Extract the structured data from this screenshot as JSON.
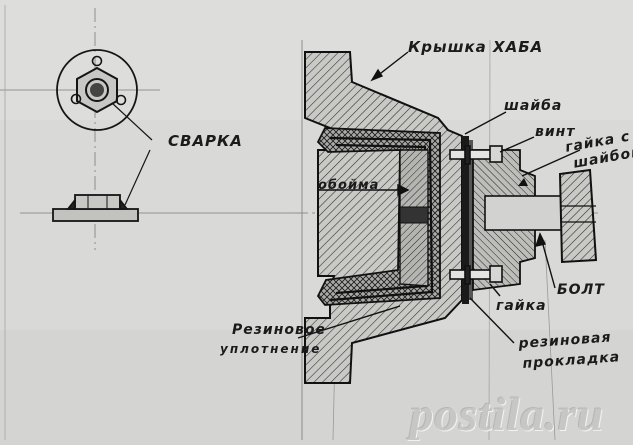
{
  "labels": {
    "hub_cover": "Крышка ХАБА",
    "washer": "шайба",
    "screw": "винт",
    "nut_with_washer_line1": "гайка с",
    "nut_with_washer_line2": "шайбой",
    "holder": "обойма",
    "welding": "СВАРКА",
    "bolt": "БОЛТ",
    "nut": "гайка",
    "rubber_seal_line1": "Резиновое",
    "rubber_seal_line2": "уплотнение",
    "rubber_gasket_line1": "резиновая",
    "rubber_gasket_line2": "прокладка"
  },
  "watermark": "postila.ru",
  "colors": {
    "paper": "#d9d9d7",
    "ink": "#1b1b1b"
  }
}
